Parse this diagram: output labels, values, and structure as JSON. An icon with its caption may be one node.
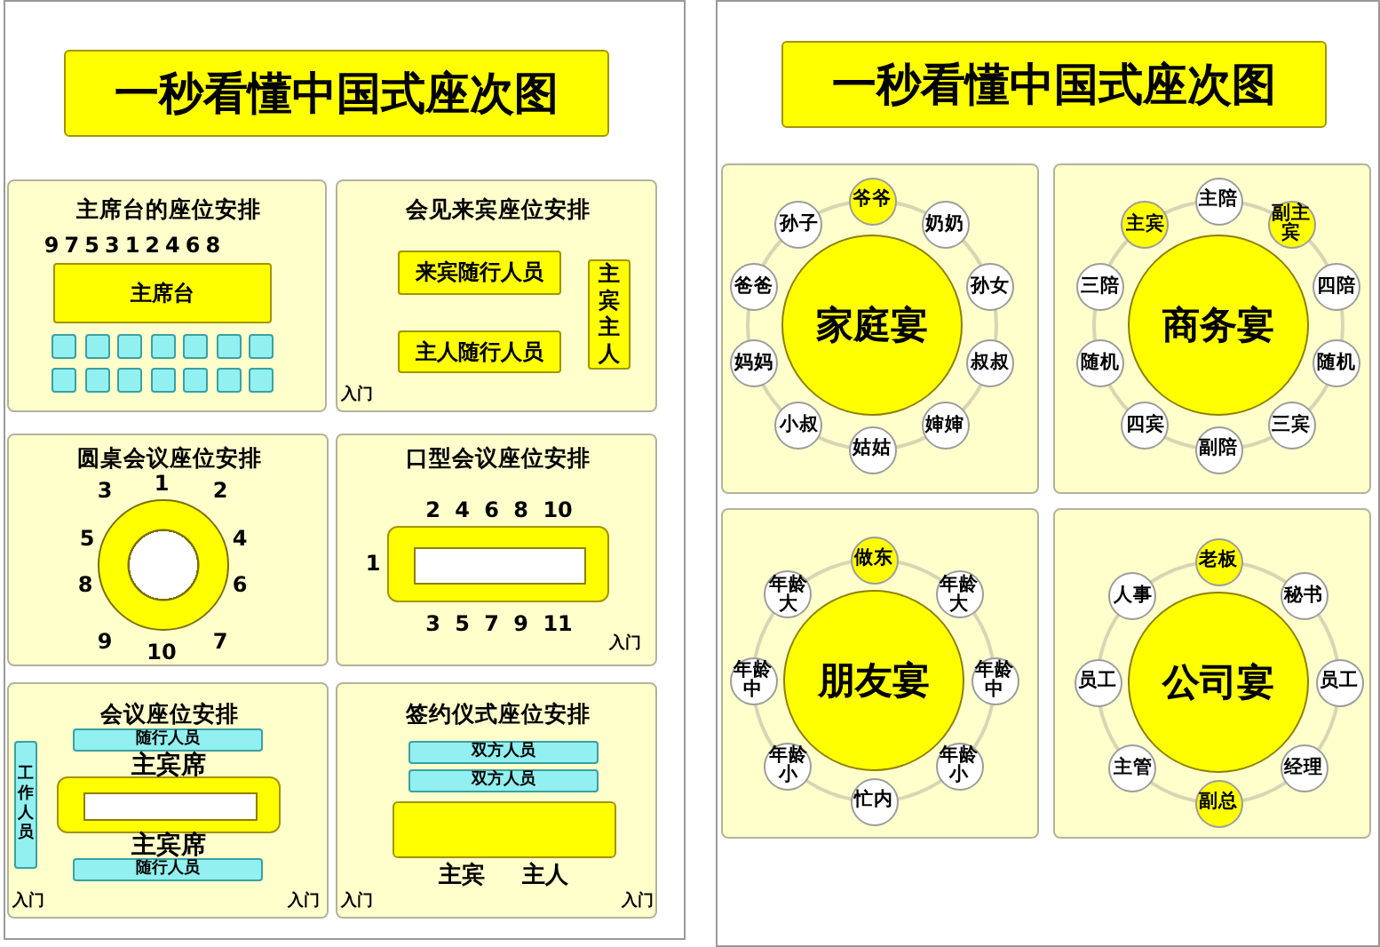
{
  "diagram": {
    "nodes": [
      {
        "text": [],
        "shape": "box"
      },
      {
        "text": [
          "一秒看懂中国式座次图"
        ],
        "in": 0
      },
      {
        "text": [
          "主席台的座位安排"
        ],
        "in": 0
      },
      {
        "text": [
          "主席台"
        ],
        "in": 2,
        "beside": [
          "975312468"
        ]
      },
      {
        "text": [],
        "shape": "box",
        "in": 2
      },
      {
        "text": [],
        "shape": "box",
        "in": 2
      },
      {
        "text": [],
        "shape": "box",
        "in": 2
      },
      {
        "text": [],
        "shape": "box",
        "in": 2
      },
      {
        "text": [],
        "shape": "box",
        "in": 2
      },
      {
        "text": [],
        "shape": "box",
        "in": 2
      },
      {
        "text": [],
        "shape": "box",
        "in": 2
      },
      {
        "text": [],
        "shape": "box",
        "in": 2
      },
      {
        "text": [],
        "shape": "box",
        "in": 2
      },
      {
        "text": [],
        "shape": "box",
        "in": 2
      },
      {
        "text": [],
        "shape": "box",
        "in": 2
      },
      {
        "text": [],
        "shape": "box",
        "in": 2
      },
      {
        "text": [],
        "shape": "box",
        "in": 2
      },
      {
        "text": [],
        "shape": "box",
        "in": 2
      },
      {
        "text": [
          "会见来宾座位安排"
        ],
        "in": 0
      },
      {
        "text": [
          "来宾随行人员"
        ],
        "in": 18
      },
      {
        "text": [
          "主宾主人"
        ],
        "in": 18
      },
      {
        "text": [
          "主人随行人员"
        ],
        "in": 18
      },
      {
        "text": [
          "圆桌会议座位安排"
        ],
        "in": 0
      },
      {
        "text": [],
        "shape": "circle",
        "in": 22,
        "beside": [
          "1",
          "3",
          "2",
          "5",
          "4",
          "8",
          "6",
          "9",
          "7",
          "10"
        ]
      },
      {
        "text": [
          "口型会议座位安排"
        ],
        "in": 0
      },
      {
        "text": [],
        "shape": "box",
        "in": 24,
        "beside": [
          "2 4 6 8 10",
          "1",
          "3 5 7 9 11"
        ]
      },
      {
        "text": [
          "会议座位安排"
        ],
        "in": 0
      },
      {
        "text": [
          "工作人员"
        ],
        "in": 26
      },
      {
        "text": [
          "随行人员"
        ],
        "in": 26
      },
      {
        "text": [],
        "shape": "box",
        "in": 26,
        "beside": [
          "主宾席",
          "主宾席"
        ]
      },
      {
        "text": [
          "随行人员"
        ],
        "in": 26
      },
      {
        "text": [
          "签约仪式座位安排"
        ],
        "in": 0
      },
      {
        "text": [
          "双方人员"
        ],
        "in": 31
      },
      {
        "text": [
          "双方人员"
        ],
        "in": 31
      },
      {
        "text": [],
        "shape": "box",
        "in": 31,
        "beside": [
          "主宾",
          "主人"
        ]
      },
      {
        "text": [],
        "shape": "box"
      },
      {
        "text": [
          "一秒看懂中国式座次图"
        ],
        "in": 35
      },
      {
        "text": [],
        "shape": "box",
        "in": 35
      },
      {
        "text": [
          "家庭宴"
        ],
        "in": 37
      },
      {
        "text": [
          "爷爷"
        ],
        "in": 37
      },
      {
        "text": [
          "孙子"
        ],
        "in": 37
      },
      {
        "text": [
          "奶奶"
        ],
        "in": 37
      },
      {
        "text": [
          "爸爸"
        ],
        "in": 37
      },
      {
        "text": [
          "孙女"
        ],
        "in": 37
      },
      {
        "text": [
          "妈妈"
        ],
        "in": 37
      },
      {
        "text": [
          "叔叔"
        ],
        "in": 37
      },
      {
        "text": [
          "小叔"
        ],
        "in": 37
      },
      {
        "text": [
          "婶婶"
        ],
        "in": 37
      },
      {
        "text": [
          "姑姑"
        ],
        "in": 37
      },
      {
        "text": [],
        "shape": "box",
        "in": 35
      },
      {
        "text": [
          "商务宴"
        ],
        "in": 49
      },
      {
        "text": [
          "主陪"
        ],
        "in": 49
      },
      {
        "text": [
          "主宾"
        ],
        "in": 49
      },
      {
        "text": [
          "副主宾"
        ],
        "in": 49
      },
      {
        "text": [
          "三陪"
        ],
        "in": 49
      },
      {
        "text": [
          "四陪"
        ],
        "in": 49
      },
      {
        "text": [
          "随机"
        ],
        "in": 49
      },
      {
        "text": [
          "随机"
        ],
        "in": 49
      },
      {
        "text": [
          "四宾"
        ],
        "in": 49
      },
      {
        "text": [
          "三宾"
        ],
        "in": 49
      },
      {
        "text": [
          "副陪"
        ],
        "in": 49
      },
      {
        "text": [],
        "shape": "box",
        "in": 35
      },
      {
        "text": [
          "朋友宴"
        ],
        "in": 61
      },
      {
        "text": [
          "做东"
        ],
        "in": 61
      },
      {
        "text": [
          "年龄大"
        ],
        "in": 61
      },
      {
        "text": [
          "年龄大"
        ],
        "in": 61
      },
      {
        "text": [
          "年龄中"
        ],
        "in": 61
      },
      {
        "text": [
          "年龄中"
        ],
        "in": 61
      },
      {
        "text": [
          "年龄小"
        ],
        "in": 61
      },
      {
        "text": [
          "年龄小"
        ],
        "in": 61
      },
      {
        "text": [
          "忙内"
        ],
        "in": 61
      },
      {
        "text": [],
        "shape": "box",
        "in": 35
      },
      {
        "text": [
          "公司宴"
        ],
        "in": 71
      },
      {
        "text": [
          "老板"
        ],
        "in": 71
      },
      {
        "text": [
          "人事"
        ],
        "in": 71
      },
      {
        "text": [
          "秘书"
        ],
        "in": 71
      },
      {
        "text": [
          "员工"
        ],
        "in": 71
      },
      {
        "text": [
          "员工"
        ],
        "in": 71
      },
      {
        "text": [
          "主管"
        ],
        "in": 71
      },
      {
        "text": [
          "经理"
        ],
        "in": 71
      },
      {
        "text": [
          "副总"
        ],
        "in": 71
      }
    ],
    "labels": [
      "入门",
      "入门",
      "入门",
      "入门",
      "入门",
      "入门"
    ]
  }
}
